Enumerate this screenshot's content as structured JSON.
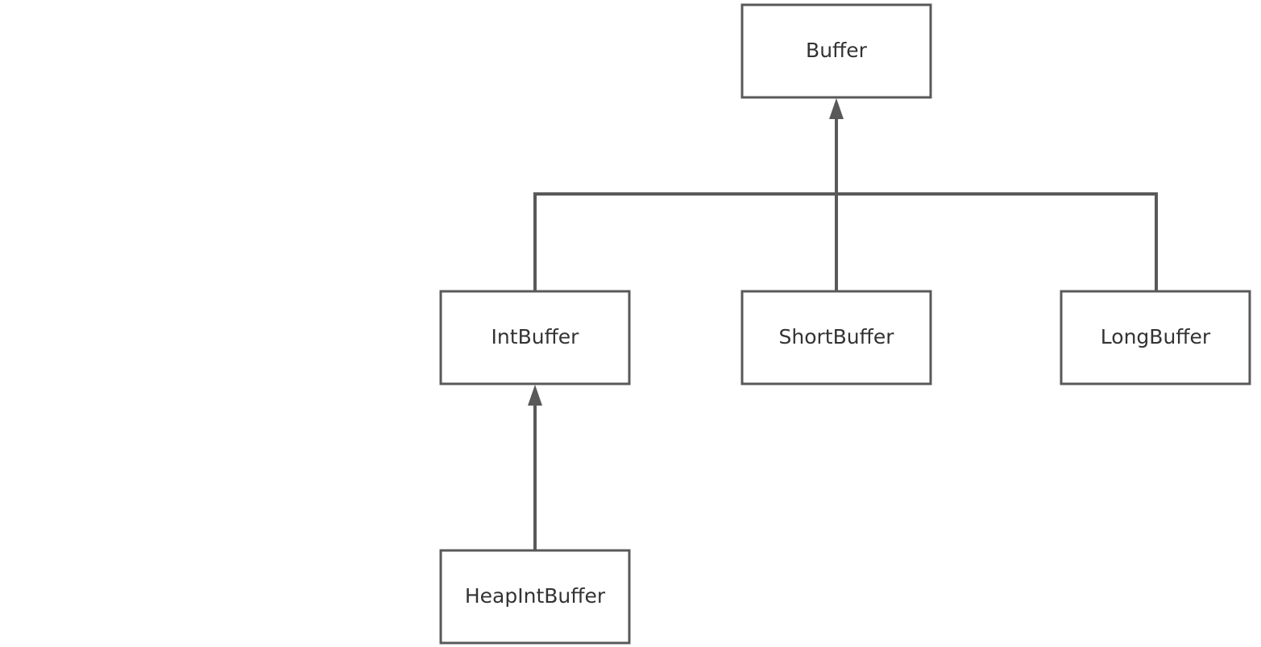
{
  "diagram": {
    "type": "class-hierarchy",
    "nodes": [
      {
        "id": "buffer",
        "label": "Buffer"
      },
      {
        "id": "int-buffer",
        "label": "IntBuffer"
      },
      {
        "id": "short-buffer",
        "label": "ShortBuffer"
      },
      {
        "id": "long-buffer",
        "label": "LongBuffer"
      },
      {
        "id": "heap-int-buffer",
        "label": "HeapIntBuffer"
      }
    ],
    "edges": [
      {
        "from": "int-buffer",
        "to": "buffer"
      },
      {
        "from": "short-buffer",
        "to": "buffer"
      },
      {
        "from": "long-buffer",
        "to": "buffer"
      },
      {
        "from": "heap-int-buffer",
        "to": "int-buffer"
      }
    ],
    "colors": {
      "stroke": "#595959",
      "text": "#333333",
      "background": "#ffffff"
    }
  }
}
